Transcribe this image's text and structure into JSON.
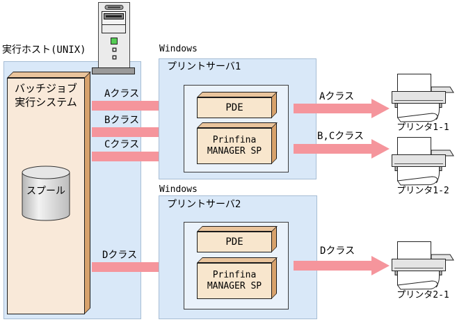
{
  "host": {
    "os_label": "実行ホスト(UNIX)",
    "system_line1": "バッチジョブ",
    "system_line2": "実行システム",
    "spool_label": "スプール"
  },
  "flows": {
    "to_servers": [
      {
        "label": "Aクラス"
      },
      {
        "label": "Bクラス"
      },
      {
        "label": "Cクラス"
      },
      {
        "label": "Dクラス"
      }
    ],
    "to_printers": [
      {
        "label": "Aクラス"
      },
      {
        "label": "B,Cクラス"
      },
      {
        "label": "Dクラス"
      }
    ]
  },
  "print_servers": [
    {
      "os": "Windows",
      "name": "プリントサーバ1",
      "module_top": "PDE",
      "module_bottom_line1": "Prinfina",
      "module_bottom_line2": "MANAGER SP"
    },
    {
      "os": "Windows",
      "name": "プリントサーバ2",
      "module_top": "PDE",
      "module_bottom_line1": "Prinfina",
      "module_bottom_line2": "MANAGER SP"
    }
  ],
  "printers": [
    {
      "label": "プリンタ1-1"
    },
    {
      "label": "プリンタ1-2"
    },
    {
      "label": "プリンタ2-1"
    }
  ],
  "colors": {
    "panel_blue": "#d9e8f8",
    "inner_box_blue": "#eaf2fb",
    "arrow_pink": "#f5959c",
    "module_beige": "#f8e6cd",
    "module_beige_top": "#e9c49c",
    "module_beige_side": "#d8a26c"
  }
}
